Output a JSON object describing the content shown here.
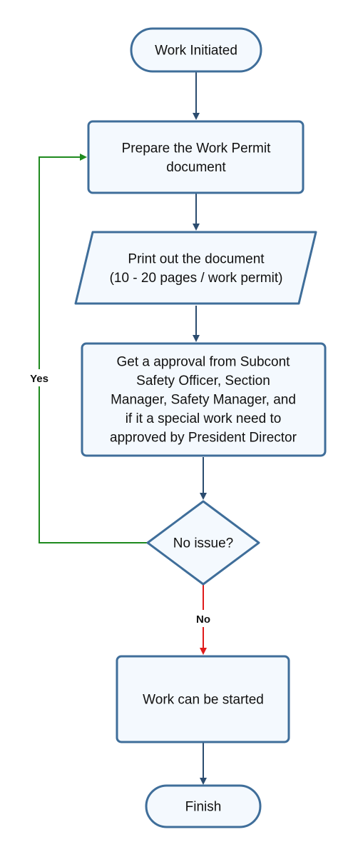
{
  "colors": {
    "node_stroke": "#3f6e9a",
    "node_fill": "#f4f9fe",
    "flow_arrow": "#2b4c6f",
    "yes_arrow": "#1e8a1e",
    "no_arrow": "#e01b1b",
    "text": "#111111"
  },
  "nodes": {
    "start": {
      "shape": "terminator",
      "lines": [
        "Work Initiated"
      ]
    },
    "prepare": {
      "shape": "process",
      "lines": [
        "Prepare the Work Permit",
        "document"
      ]
    },
    "print": {
      "shape": "data",
      "lines": [
        "Print out the document",
        "(10 - 20 pages / work permit)"
      ]
    },
    "approval": {
      "shape": "process",
      "lines": [
        "Get a approval from Subcont",
        "Safety Officer, Section",
        "Manager, Safety Manager, and",
        "if it a special work need to",
        "approved by President Director"
      ]
    },
    "decision": {
      "shape": "decision",
      "lines": [
        "No issue?"
      ]
    },
    "started": {
      "shape": "process",
      "lines": [
        "Work can be started"
      ]
    },
    "finish": {
      "shape": "terminator",
      "lines": [
        "Finish"
      ]
    }
  },
  "edges": {
    "yes_label": "Yes",
    "no_label": "No"
  }
}
